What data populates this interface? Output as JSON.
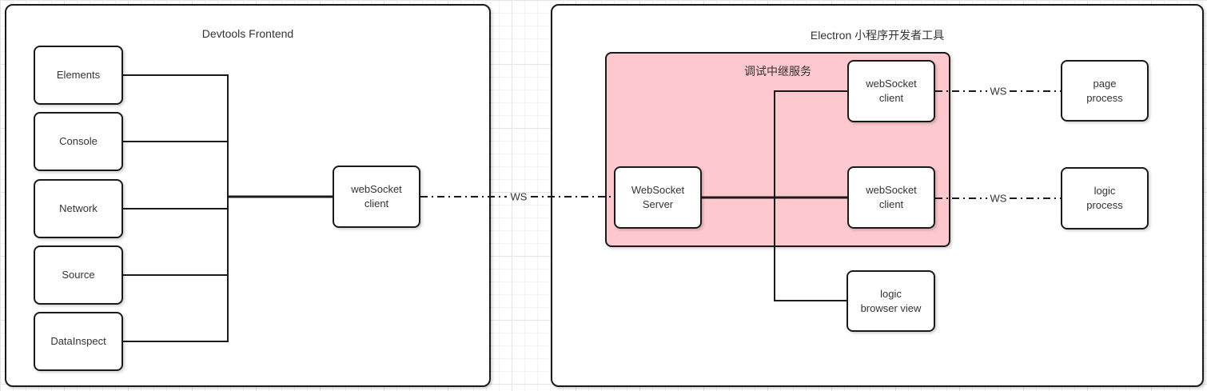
{
  "colors": {
    "stroke": "#1a1a1a",
    "text": "#333333",
    "relay_fill": "#fdc8ce",
    "node_fill": "#ffffff",
    "grid": "#f2f2f2"
  },
  "left_panel": {
    "title": "Devtools Frontend",
    "modules": [
      "Elements",
      "Console",
      "Network",
      "Source",
      "DataInspect"
    ],
    "websocket_client": "webSocket\nclient"
  },
  "right_panel": {
    "title": "Electron 小程序开发者工具",
    "relay_service": {
      "title": "调试中继服务",
      "websocket_server": "WebSocket\nServer",
      "websocket_client_top": "webSocket\nclient",
      "websocket_client_bottom": "webSocket\nclient"
    },
    "logic_browser_view": "logic\nbrowser view",
    "page_process": "page\nprocess",
    "logic_process": "logic\nprocess"
  },
  "edge_labels": {
    "ws_left": "WS",
    "ws_right_top": "WS",
    "ws_right_bottom": "WS"
  }
}
